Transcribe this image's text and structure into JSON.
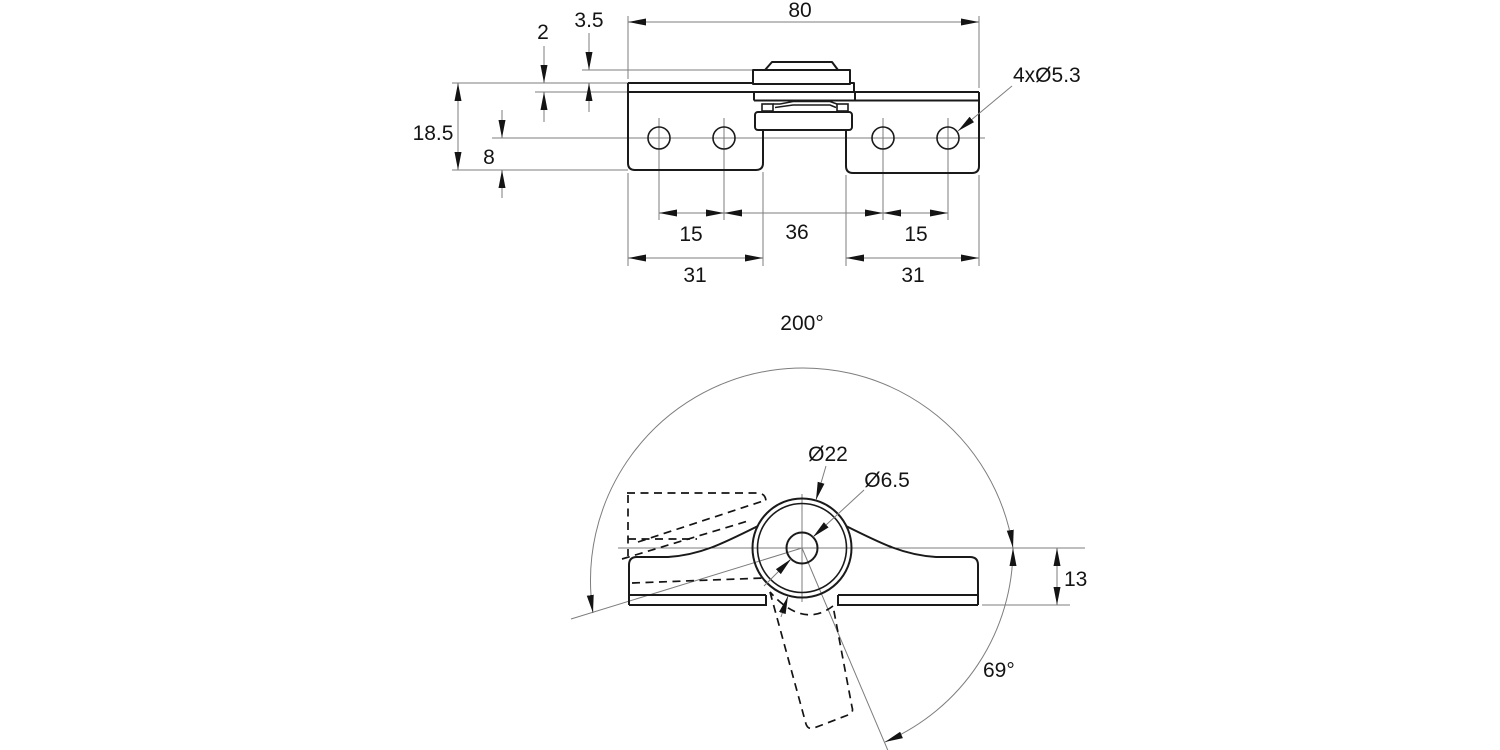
{
  "drawing": {
    "type": "technical-dimension-drawing",
    "part": "pivot-hinge",
    "units": "mm",
    "front_view": {
      "labels": {
        "overall_width": "80",
        "cap_height": "3.5",
        "leaf_thickness": "2",
        "overall_height": "18.5",
        "hole_edge_offset": "8",
        "hole_pitch_left": "15",
        "hole_pitch_center": "36",
        "hole_pitch_right": "15",
        "flange_width_left": "31",
        "flange_width_right": "31",
        "holes_note": "4xØ5.3"
      },
      "hole_count": 4,
      "hole_diameter": 5.3
    },
    "side_view": {
      "labels": {
        "swing_angle": "200°",
        "knuckle_diameter": "Ø22",
        "bore_diameter": "Ø6.5",
        "flange_height": "13",
        "closed_angle": "69°"
      }
    },
    "colors": {
      "outline": "#1a1a1a",
      "thin_line": "#7d7d7d",
      "background": "#ffffff"
    }
  }
}
